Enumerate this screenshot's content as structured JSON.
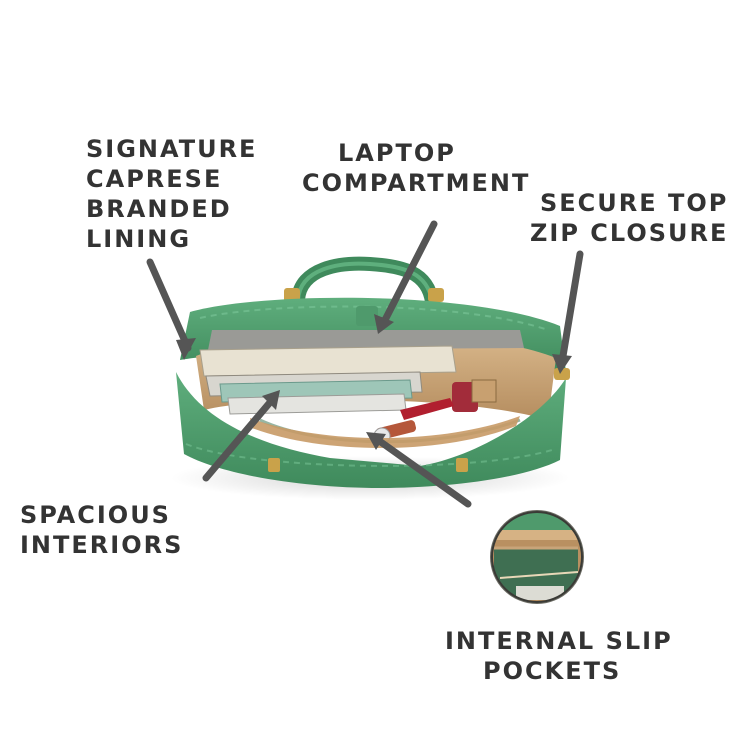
{
  "labels": {
    "lining": [
      "SIGNATURE",
      "CAPRESE",
      "BRANDED",
      "LINING"
    ],
    "laptop": [
      "LAPTOP",
      "COMPARTMENT"
    ],
    "zip": [
      "SECURE TOP",
      "ZIP CLOSURE"
    ],
    "spacious": [
      "SPACIOUS",
      "INTERIORS"
    ],
    "slip": [
      "INTERNAL SLIP",
      "POCKETS"
    ]
  },
  "colors": {
    "text": "#333333",
    "arrow": "#555555",
    "bag_green": "#4f9a6c",
    "lining_tan": "#c8a479"
  }
}
